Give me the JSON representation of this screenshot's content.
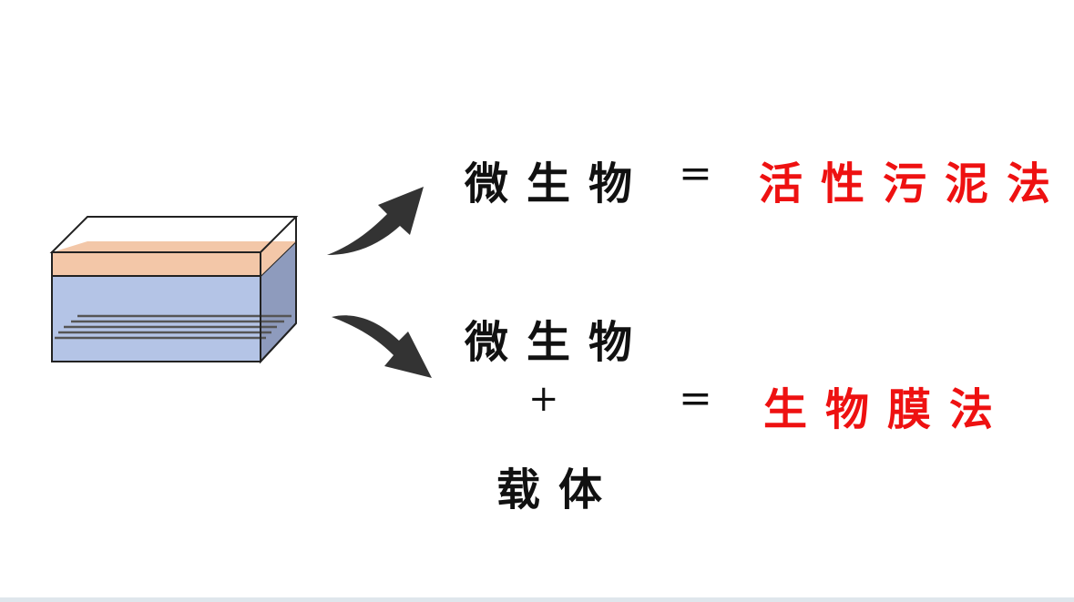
{
  "colors": {
    "text": "#111111",
    "highlight": "#ee1111",
    "water": "#b4c4e6",
    "sludge_layer": "#f3c7a8",
    "tank_outline": "#222222",
    "arrow": "#333333"
  },
  "icons": {
    "tank": "water-tank-icon",
    "arrow_up": "curved-arrow-up-icon",
    "arrow_down": "curved-arrow-down-icon"
  },
  "row1": {
    "left": "微生物",
    "equals": "=",
    "right": "活性污泥法"
  },
  "row2": {
    "top": "微生物",
    "plus": "+",
    "bottom": "载体",
    "equals": "=",
    "right": "生物膜法"
  }
}
